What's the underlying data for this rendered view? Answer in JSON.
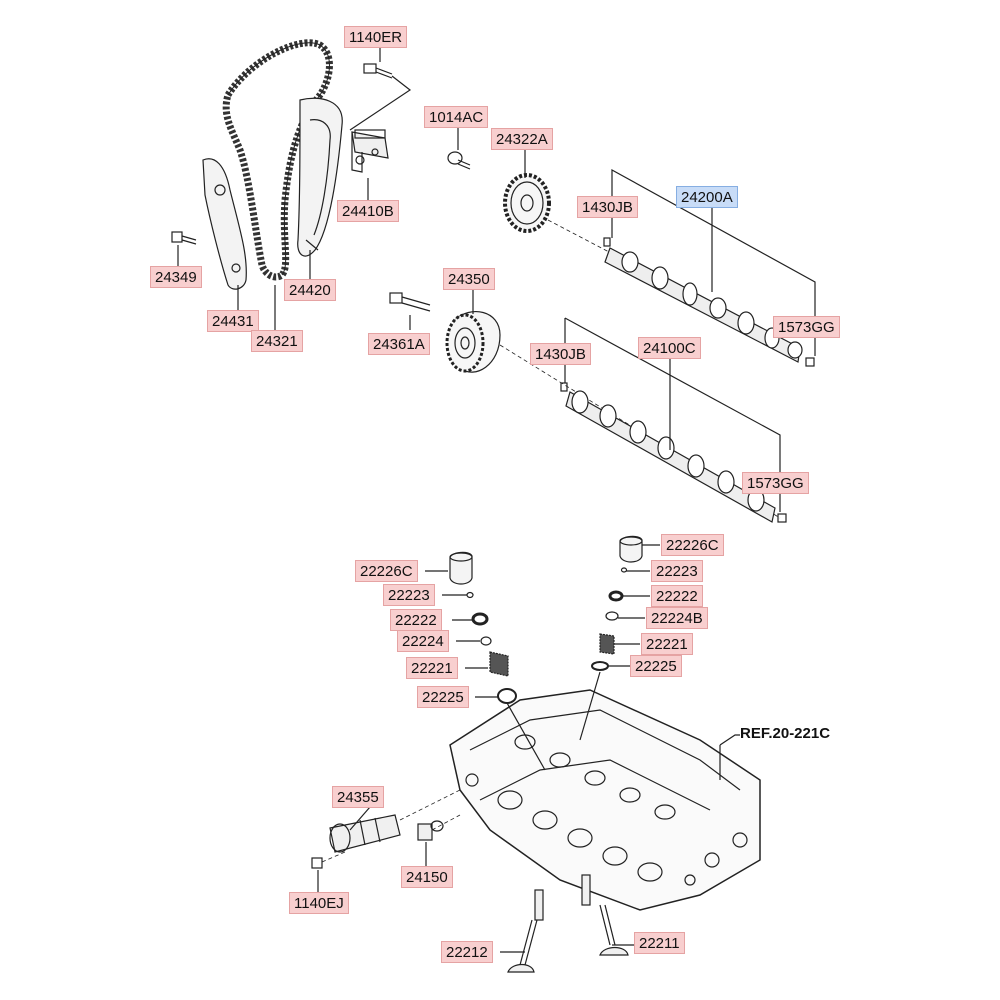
{
  "colors": {
    "label_bg": "#f8cfcf",
    "label_highlight_bg": "#c8dcf7",
    "line": "#222222"
  },
  "labels": {
    "p1140ER": "1140ER",
    "p1014AC": "1014AC",
    "p24322A": "24322A",
    "p24410B": "24410B",
    "p1430JB_top": "1430JB",
    "p24200A": "24200A",
    "p24349": "24349",
    "p24420": "24420",
    "p24431": "24431",
    "p24321": "24321",
    "p24350": "24350",
    "p24361A": "24361A",
    "p1573GG_top": "1573GG",
    "p1430JB_bot": "1430JB",
    "p24100C": "24100C",
    "p1573GG_bot": "1573GG",
    "p22226C_left": "22226C",
    "p22226C_right": "22226C",
    "p22223_left": "22223",
    "p22223_right": "22223",
    "p22222_left": "22222",
    "p22222_right": "22222",
    "p22224": "22224",
    "p22224B": "22224B",
    "p22221_left": "22221",
    "p22221_right": "22221",
    "p22225_left": "22225",
    "p22225_right": "22225",
    "ref": "REF.20-221C",
    "p24355": "24355",
    "p24150": "24150",
    "p1140EJ": "1140EJ",
    "p22212": "22212",
    "p22211": "22211"
  }
}
